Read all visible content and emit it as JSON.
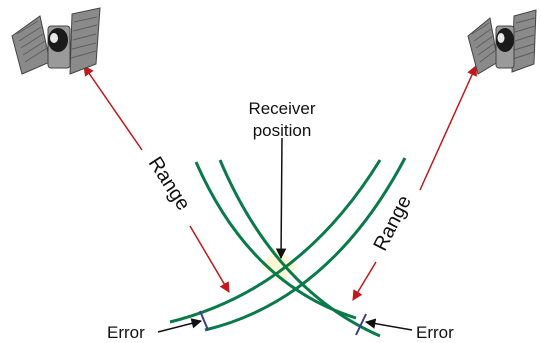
{
  "labels": {
    "receiver_line1": "Receiver",
    "receiver_line2": "position",
    "range_left": "Range",
    "range_right": "Range",
    "error_left": "Error",
    "error_right": "Error"
  },
  "icons": {
    "left_satellite": "satellite-icon",
    "right_satellite": "satellite-icon"
  },
  "colors": {
    "range_arrow": "#c4161c",
    "range_arcs": "#0b7a4b",
    "error_marker": "#3b3d8c",
    "receiver_region": "#fff7d6",
    "satellite_panel": "#8a8a8a",
    "satellite_body": "#9a9a9a",
    "text": "#111111"
  }
}
